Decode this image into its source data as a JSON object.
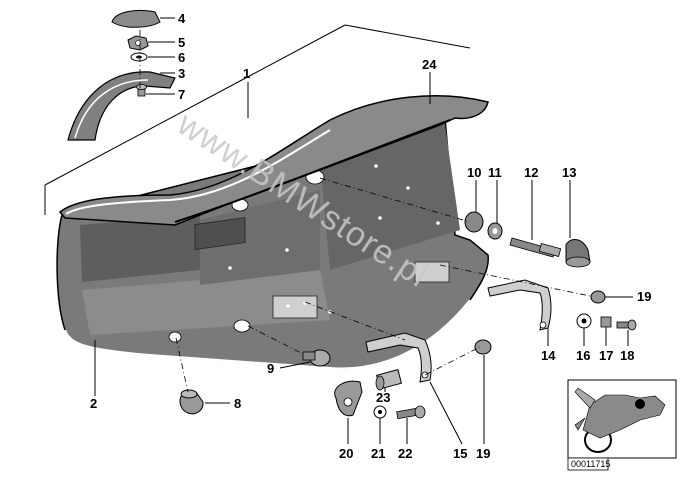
{
  "watermark": "www.BMWstore.pl",
  "catalog_number": "00011715",
  "callouts": [
    {
      "id": "c4",
      "label": "4"
    },
    {
      "id": "c5",
      "label": "5"
    },
    {
      "id": "c6",
      "label": "6"
    },
    {
      "id": "c3",
      "label": "3"
    },
    {
      "id": "c7",
      "label": "7"
    },
    {
      "id": "c1",
      "label": "1"
    },
    {
      "id": "c24",
      "label": "24"
    },
    {
      "id": "c10",
      "label": "10"
    },
    {
      "id": "c11",
      "label": "11"
    },
    {
      "id": "c12",
      "label": "12"
    },
    {
      "id": "c13",
      "label": "13"
    },
    {
      "id": "c19a",
      "label": "19"
    },
    {
      "id": "c14",
      "label": "14"
    },
    {
      "id": "c16",
      "label": "16"
    },
    {
      "id": "c17",
      "label": "17"
    },
    {
      "id": "c18",
      "label": "18"
    },
    {
      "id": "c9",
      "label": "9"
    },
    {
      "id": "c23",
      "label": "23"
    },
    {
      "id": "c2",
      "label": "2"
    },
    {
      "id": "c8",
      "label": "8"
    },
    {
      "id": "c20",
      "label": "20"
    },
    {
      "id": "c21",
      "label": "21"
    },
    {
      "id": "c22",
      "label": "22"
    },
    {
      "id": "c15",
      "label": "15"
    },
    {
      "id": "c19b",
      "label": "19"
    }
  ]
}
